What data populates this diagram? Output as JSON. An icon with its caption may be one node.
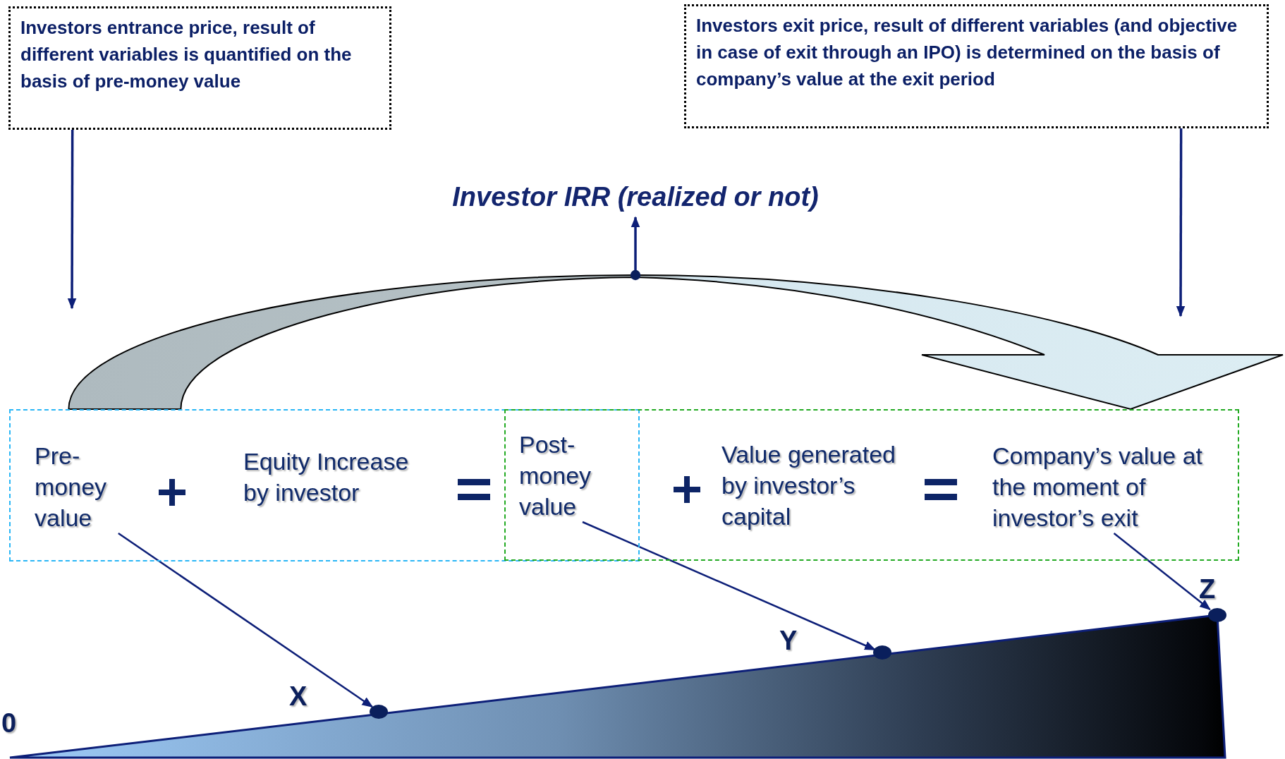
{
  "diagram": {
    "nodes": [
      {
        "text": [
          "Investors entrance price, result of different variables is quantified on the basis of pre-money value"
        ]
      },
      {
        "text": [
          "Investors exit price, result of different variables (and objective in case of exit through an IPO) is determined on the basis of company’s value at the exit period"
        ]
      },
      {
        "text": [
          "Investor IRR (realized or not)"
        ]
      },
      {
        "text": [],
        "shape": "box"
      },
      {
        "text": [
          "Pre-money value"
        ],
        "in": 3
      },
      {
        "text": [
          "Equity Increase by investor"
        ],
        "in": 3
      },
      {
        "text": [],
        "shape": "box"
      },
      {
        "text": [
          "Post-money value"
        ]
      },
      {
        "text": [
          "Value generated by investor’s capital"
        ],
        "in": 6
      },
      {
        "text": [
          "Company’s value at the moment of investor’s exit"
        ],
        "in": 6
      },
      {
        "text": [],
        "shape": "circle",
        "beside": [
          "X"
        ]
      },
      {
        "text": [],
        "shape": "circle",
        "beside": [
          "Y"
        ]
      },
      {
        "text": [],
        "shape": "circle",
        "beside": [
          "Z"
        ]
      }
    ],
    "edges": [
      {
        "from": 0,
        "to": null,
        "arrow": "to"
      },
      {
        "from": 1,
        "to": null,
        "arrow": "to"
      },
      {
        "from": 3,
        "to": 6,
        "arrow": "to",
        "style": "thick"
      },
      {
        "from": null,
        "to": 2,
        "arrow": "to"
      },
      {
        "from": 4,
        "to": 10,
        "arrow": "to"
      },
      {
        "from": 7,
        "to": 11,
        "arrow": "to"
      },
      {
        "from": 9,
        "to": 12,
        "arrow": "to"
      }
    ],
    "labels": [
      "0"
    ]
  }
}
